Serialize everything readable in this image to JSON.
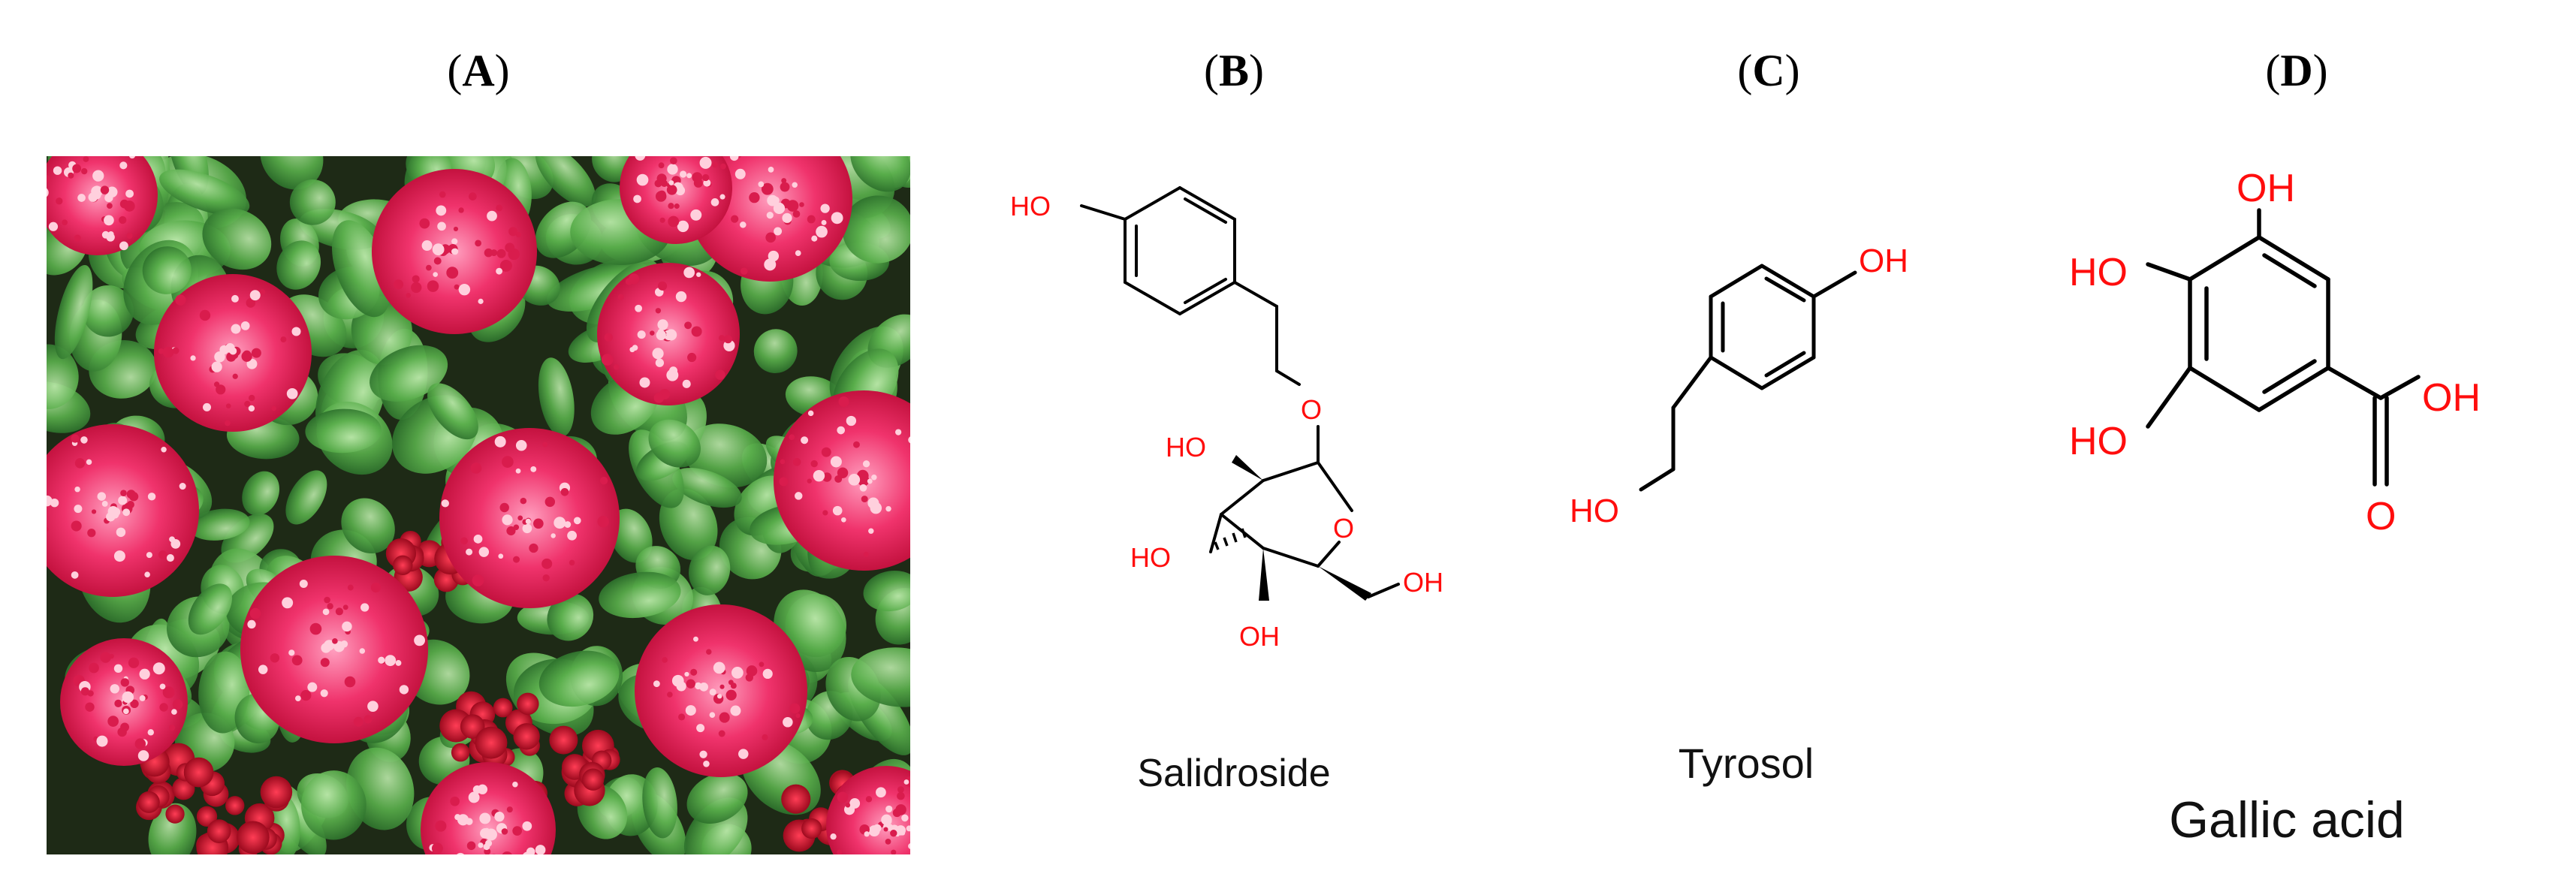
{
  "panels": [
    {
      "letter": "A",
      "open": "(",
      "close": ")"
    },
    {
      "letter": "B",
      "open": "(",
      "close": ")"
    },
    {
      "letter": "C",
      "open": "(",
      "close": ")"
    },
    {
      "letter": "D",
      "open": "(",
      "close": ")"
    }
  ],
  "salidroside": {
    "name": "Salidroside",
    "atoms": {
      "ho_top": "HO",
      "o_link": "O",
      "ho_1": "HO",
      "ho_2": "HO",
      "o_ring": "O",
      "oh_ch2": "OH",
      "oh_bottom": "OH"
    }
  },
  "tyrosol": {
    "name": "Tyrosol",
    "atoms": {
      "oh": "OH",
      "ho": "HO"
    }
  },
  "gallic_acid": {
    "name": "Gallic acid",
    "atoms": {
      "oh_top": "OH",
      "ho_left_top": "HO",
      "ho_left_bottom": "HO",
      "oh_acid": "OH",
      "o_carbonyl": "O"
    }
  },
  "colors": {
    "heteroatom": "#ff0d0d",
    "bond": "#000000",
    "petal": "#e8245a",
    "leaf": "#3f9a3a"
  }
}
